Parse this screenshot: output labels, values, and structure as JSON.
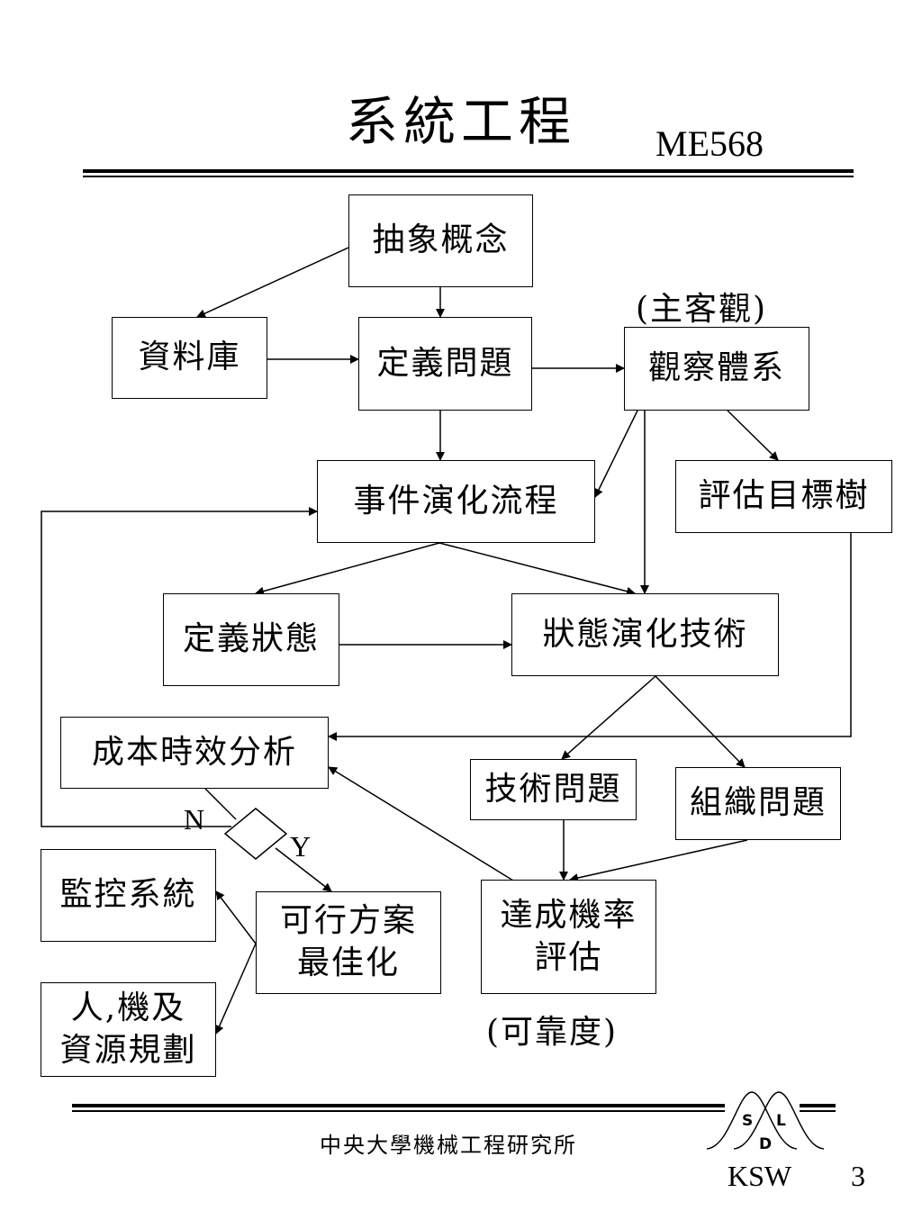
{
  "slide": {
    "title": "系統工程",
    "course_code": "ME568",
    "footer": {
      "institute": "中央大學機械工程研究所",
      "author": "KSW",
      "page_number": "3",
      "logo_letters": [
        "S",
        "L",
        "D"
      ]
    }
  },
  "diagram": {
    "boxes": {
      "abstract_concept": "抽象概念",
      "database": "資料庫",
      "define_problem": "定義問題",
      "observation_system": "觀察體系",
      "event_evolution": "事件演化流程",
      "evaluation_tree": "評估目標樹",
      "define_state": "定義狀態",
      "state_evolution_tech": "狀態演化技術",
      "cost_time_analysis": "成本時效分析",
      "tech_problem": "技術問題",
      "org_problem": "組織問題",
      "monitoring_system": "監控系統",
      "feasible_optimization": "可行方案\n最佳化",
      "success_probability": "達成機率\n評估",
      "resource_planning": "人,機及\n資源規劃"
    },
    "labels": {
      "subjective_objective": "(主客觀)",
      "reliability": "(可靠度)",
      "no": "N",
      "yes": "Y"
    }
  }
}
